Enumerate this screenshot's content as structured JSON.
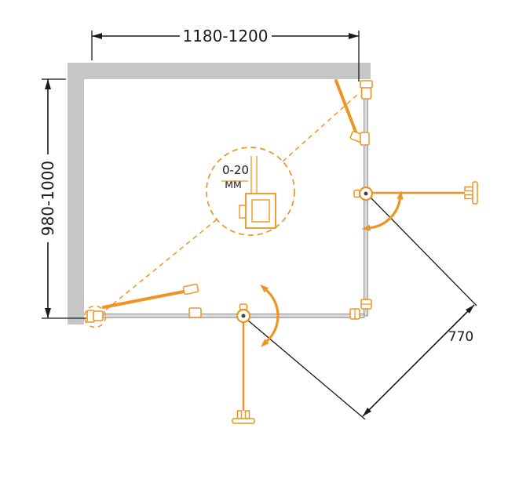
{
  "diagram": {
    "type": "technical-drawing",
    "subject": "Corner shower enclosure - plan view with dimensions",
    "colors": {
      "accent_orange": "#EE9422",
      "wall_gray": "#C6C6C6",
      "glass_gray": "#D8D8D8",
      "glass_edge": "#8C8C8C",
      "line_black": "#1A1A1A"
    },
    "dimensions": {
      "width": {
        "label": "1180-1200"
      },
      "depth": {
        "label": "980-1000"
      },
      "entry": {
        "label": "770"
      },
      "adjustment": {
        "label": "0-20",
        "unit": "ММ"
      }
    }
  }
}
